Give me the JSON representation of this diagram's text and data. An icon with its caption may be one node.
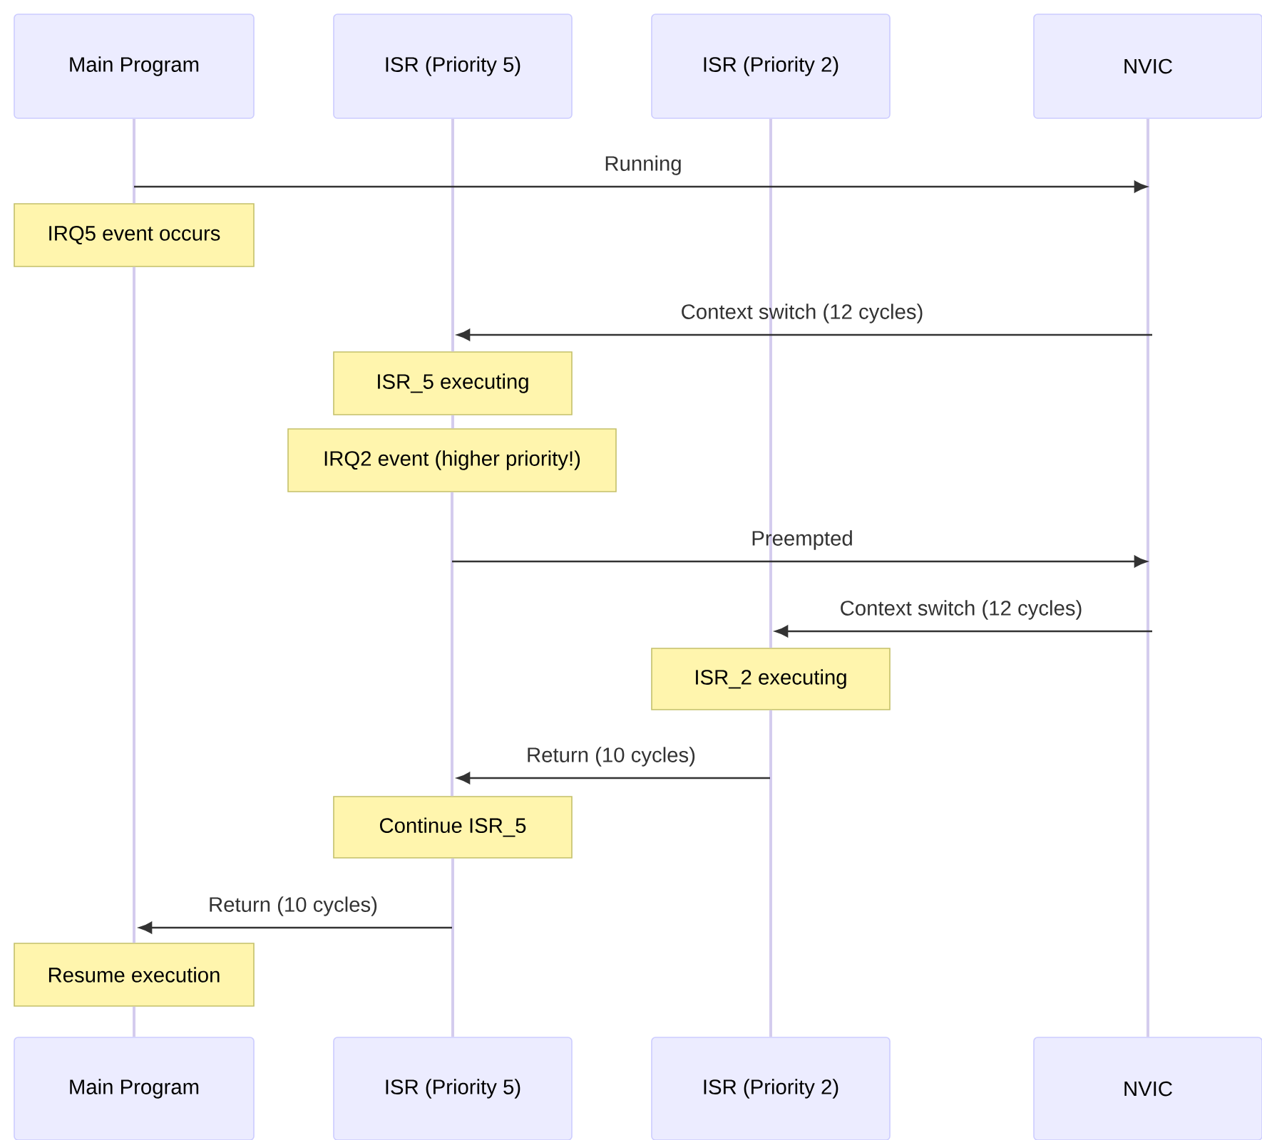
{
  "diagram": {
    "nodes": [
      {
        "text": [
          "Main Program"
        ]
      },
      {
        "text": [
          "ISR (Priority 5)"
        ]
      },
      {
        "text": [
          "ISR (Priority 2)"
        ]
      },
      {
        "text": [
          "NVIC"
        ]
      },
      {
        "text": [
          "Main Program"
        ]
      },
      {
        "text": [
          "ISR (Priority 5)"
        ]
      },
      {
        "text": [
          "ISR (Priority 2)"
        ]
      },
      {
        "text": [
          "NVIC"
        ]
      },
      {
        "text": [
          "IRQ5 event occurs"
        ]
      },
      {
        "text": [
          "ISR_5 executing"
        ]
      },
      {
        "text": [
          "IRQ2 event (higher priority!)"
        ]
      },
      {
        "text": [
          "ISR_2 executing"
        ]
      },
      {
        "text": [
          "Continue ISR_5"
        ]
      },
      {
        "text": [
          "Resume execution"
        ]
      }
    ],
    "edges": [
      {
        "from": 0,
        "to": 8,
        "arrow": "none",
        "color": "#d4ccee"
      },
      {
        "from": 8,
        "to": 13,
        "arrow": "none",
        "color": "#d4ccee"
      },
      {
        "from": 13,
        "to": 4,
        "arrow": "none",
        "color": "#d4ccee"
      },
      {
        "from": 1,
        "to": 9,
        "arrow": "none",
        "color": "#d4ccee"
      },
      {
        "from": 9,
        "to": 10,
        "arrow": "none",
        "color": "#d4ccee"
      },
      {
        "from": 10,
        "to": 12,
        "arrow": "none",
        "color": "#d4ccee"
      },
      {
        "from": 12,
        "to": 5,
        "arrow": "none",
        "color": "#d4ccee"
      },
      {
        "from": 2,
        "to": 11,
        "arrow": "none",
        "color": "#d4ccee"
      },
      {
        "from": 11,
        "to": 6,
        "arrow": "none",
        "color": "#d4ccee"
      },
      {
        "from": 3,
        "to": 7,
        "arrow": "none",
        "color": "#d4ccee"
      }
    ],
    "labels": [
      "Running",
      "Context switch (12 cycles)",
      "Preempted",
      "Context switch (12 cycles)",
      "Return (10 cycles)",
      "Return (10 cycles)"
    ]
  }
}
